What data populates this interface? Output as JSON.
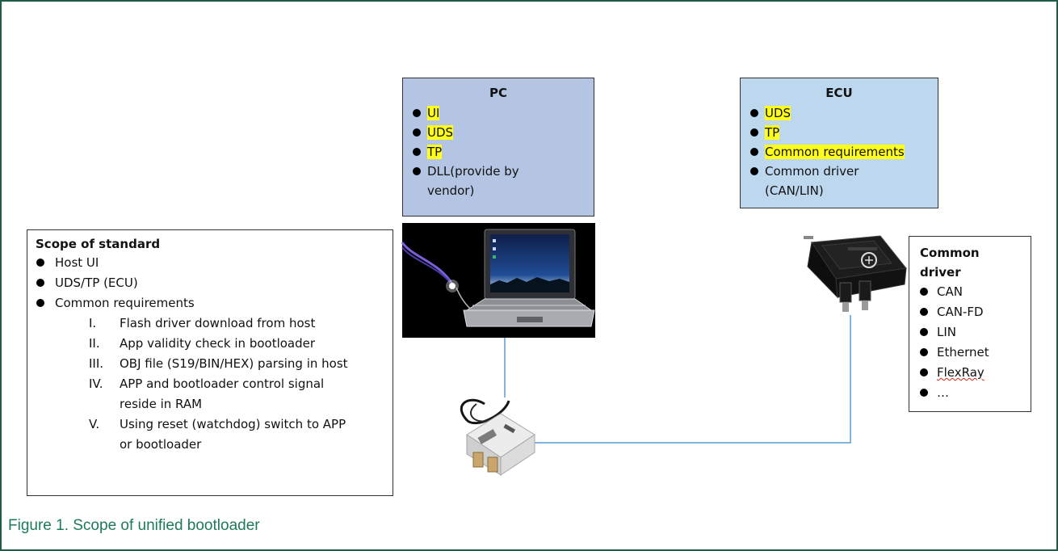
{
  "pc": {
    "title": "PC",
    "items": [
      {
        "text": "UI",
        "highlight": true
      },
      {
        "text": "UDS",
        "highlight": true
      },
      {
        "text": "TP",
        "highlight": true
      },
      {
        "text": "DLL(provide by vendor)",
        "highlight": false
      }
    ]
  },
  "ecu": {
    "title": "ECU",
    "items": [
      {
        "text": "UDS",
        "highlight": true
      },
      {
        "text": "TP",
        "highlight": true
      },
      {
        "text": "Common requirements",
        "highlight": true
      },
      {
        "text": "Common driver (CAN/LIN)",
        "highlight": false
      }
    ]
  },
  "scope": {
    "title": "Scope of standard",
    "items": [
      "Host UI",
      "UDS/TP (ECU)",
      "Common requirements"
    ],
    "sub_items": [
      {
        "num": "I.",
        "text": "Flash driver download from host"
      },
      {
        "num": "II.",
        "text": "App validity check in bootloader"
      },
      {
        "num": "III.",
        "text": "OBJ file (S19/BIN/HEX) parsing in host"
      },
      {
        "num": "IV.",
        "text": "APP and bootloader control signal reside in RAM"
      },
      {
        "num": "V.",
        "text": "Using reset (watchdog) switch to APP or bootloader"
      }
    ]
  },
  "driver": {
    "title": "Common driver",
    "items": [
      "CAN",
      "CAN-FD",
      "LIN",
      "Ethernet",
      "FlexRay",
      "…"
    ]
  },
  "caption": "Figure 1.  Scope of unified bootloader",
  "colors": {
    "frame": "#1d5c47",
    "caption": "#1d7a5a",
    "pc_box": "#b4c5e3",
    "ecu_box": "#bdd7ee",
    "highlight": "#ffff1a",
    "connector": "#5b9bd5"
  },
  "icons": [
    "laptop-image",
    "usb-can-adapter-image",
    "ecu-module-image"
  ]
}
